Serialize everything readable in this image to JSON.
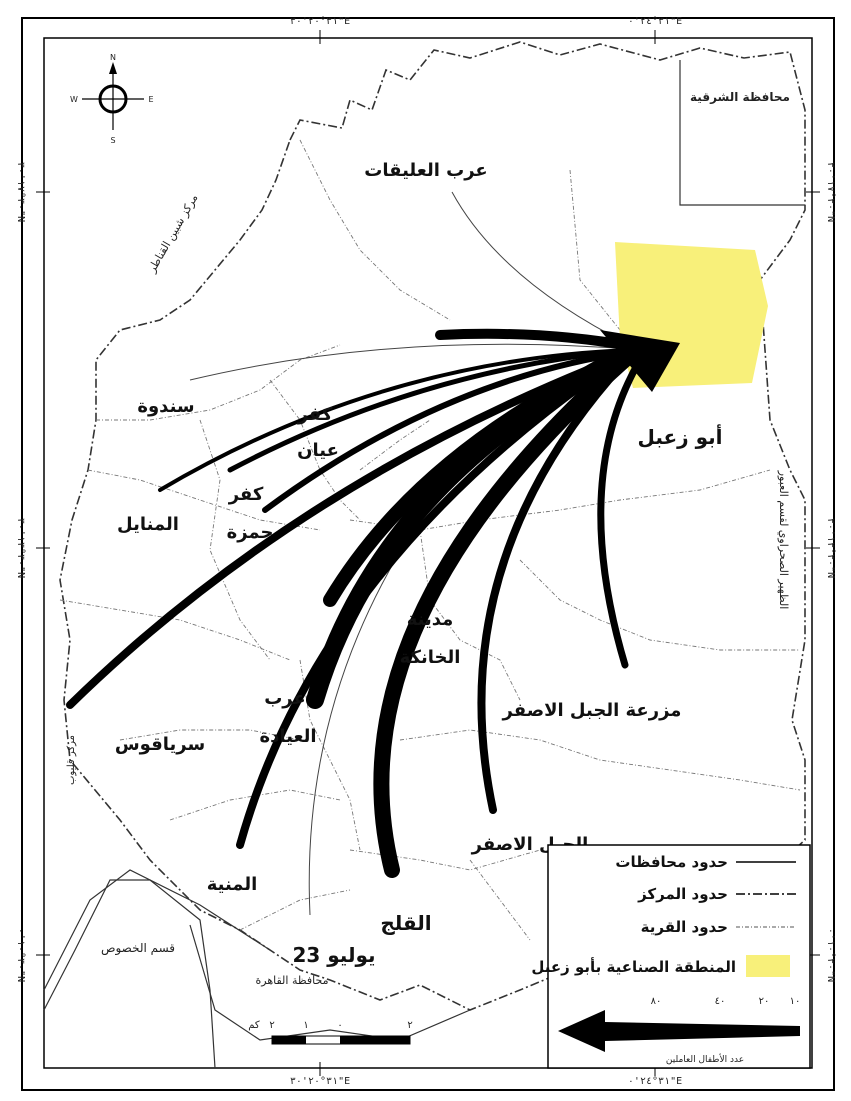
{
  "map": {
    "coords": {
      "top_left": "٣١°٢٠'٣٠\"E",
      "top_right": "٣١°٢٤'٠\"E",
      "bottom_left": "٣١°٢٠'٣٠\"E",
      "bottom_right": "٣١°٢٤'٠\"E",
      "left_upper": "٣٠°١٧'٣٠\"N",
      "left_middle": "٣٠°١٣'٣٠\"N",
      "left_lower": "٣٠°١٠'٠\"N",
      "right_upper": "٣٠°١٧'٣٠\"N",
      "right_middle": "٣٠°١٣'٣٠\"N",
      "right_lower": "٣٠°١٠'٠\"N"
    },
    "compass": {
      "n": "N",
      "s": "S",
      "e": "E",
      "w": "W"
    },
    "regions": {
      "arab_olaiqat": "عرب العليقات",
      "abu_zaabal": "أبو زعبل",
      "sandoua": "سندوة",
      "kafr_ayyan_1": "كفر",
      "kafr_ayyan_2": "عيان",
      "kafr_hamza_1": "كفر",
      "kafr_hamza_2": "حمزة",
      "manayel": "المنايل",
      "khanka_1": "مدينة",
      "khanka_2": "الخانكة",
      "gabal_asfar_farm": "مزرعة الجبل الاصفر",
      "seriaqous": "سرياقوس",
      "arab_ayada_1": "عرب",
      "arab_ayada_2": "العيادة",
      "gabal_asfar": "الجبل الاصفر",
      "monira": "المنية",
      "qalag": "القلج",
      "yulyu23": "23 يوليو",
      "khosous": "قسم الخصوص",
      "cairo_gov": "محافظة القاهرة",
      "sharqia_gov": "محافظة الشرقية",
      "shebin_markaz": "مركز شبين القناطر",
      "desert_back": "الظهير الصحراوي لقسم العبور",
      "qalyoub_markaz": "مركز قليوب"
    },
    "scale": {
      "label": "كم",
      "ticks": [
        "٢",
        "١",
        "٠",
        "٢"
      ]
    },
    "legend": {
      "gov_boundary": "حدود محافظات",
      "markaz_boundary": "حدود المركز",
      "village_boundary": "حدود القرية",
      "industrial_zone": "المنطقة الصناعية بأبو زعبل",
      "flow_ticks": [
        "٨٠",
        "٤٠",
        "٢٠",
        "١٠"
      ],
      "flow_caption": "عدد الأطفال العاملين"
    },
    "colors": {
      "industrial_zone": "#f8f07a",
      "flow": "#000000"
    }
  }
}
